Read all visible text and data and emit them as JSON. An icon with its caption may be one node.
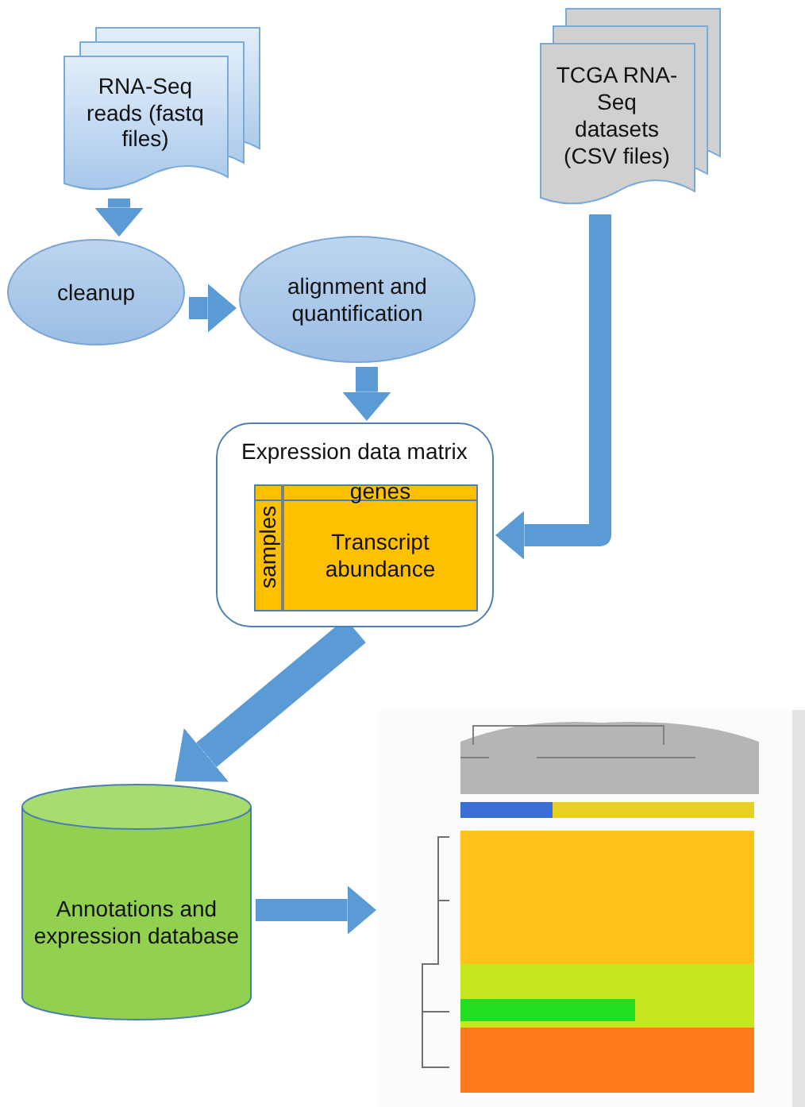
{
  "diagram": {
    "nodes": [
      {
        "text": [
          "RNA-Seq reads (fastq files)"
        ]
      },
      {
        "text": [
          "TCGA RNA-Seq datasets (CSV files)"
        ]
      },
      {
        "text": [
          "cleanup"
        ]
      },
      {
        "text": [
          "alignment and quantification"
        ]
      },
      {
        "text": [
          "Expression data matrix"
        ]
      },
      {
        "text": [
          "genes",
          "samples",
          "Transcript abundance"
        ],
        "in": 4
      },
      {
        "text": [
          "Annotations and expression database"
        ]
      },
      {
        "text": [],
        "shape": "picture"
      }
    ],
    "edges": [
      {
        "from": 0,
        "to": 2,
        "arrow": "to"
      },
      {
        "from": 2,
        "to": 3,
        "arrow": "to"
      },
      {
        "from": 3,
        "to": 4,
        "arrow": "to"
      },
      {
        "from": 1,
        "to": 4,
        "arrow": "to"
      },
      {
        "from": 4,
        "to": 6,
        "arrow": "to"
      },
      {
        "from": 6,
        "to": 7,
        "arrow": "to"
      }
    ]
  }
}
